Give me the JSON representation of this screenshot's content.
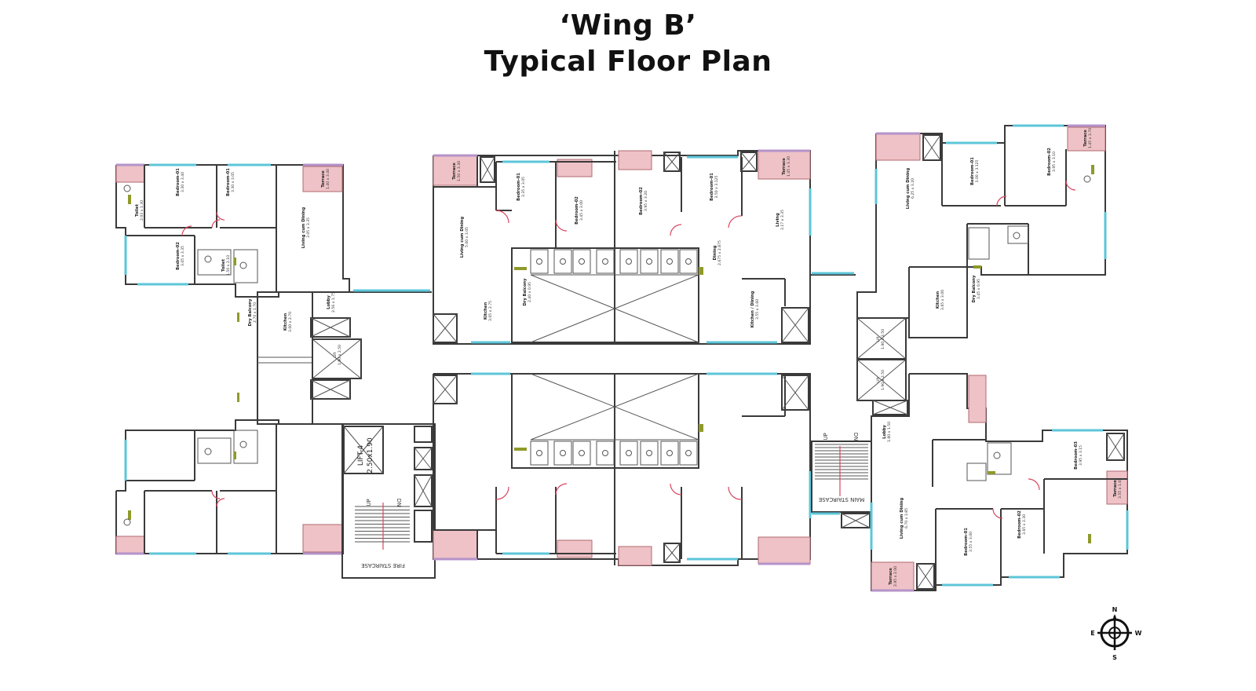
{
  "title": {
    "line1": "‘Wing B’",
    "line2": "Typical Floor Plan"
  },
  "rooms": [
    {
      "id": "r01",
      "label": "Bedroom-01",
      "dims": "3.30 x 3.40"
    },
    {
      "id": "r02",
      "label": "Bedroom-01",
      "dims": "3.30 x 3.05"
    },
    {
      "id": "r03",
      "label": "Living cum Dining",
      "dims": "3.05 x 3.35"
    },
    {
      "id": "r04",
      "label": "Bedroom-02",
      "dims": "3.05 x 3.35"
    },
    {
      "id": "r05",
      "label": "Toilet",
      "dims": "2.03 x 1.30"
    },
    {
      "id": "r06",
      "label": "Toilet",
      "dims": "1.50 x 2.10"
    },
    {
      "id": "r07",
      "label": "Dry Balcony",
      "dims": "2.70 x 1.70"
    },
    {
      "id": "r08",
      "label": "Kitchen",
      "dims": "3.00 x 2.70"
    },
    {
      "id": "r09",
      "label": "Lobby",
      "dims": "2.56 x 1.75"
    },
    {
      "id": "r10",
      "label": "Terrace",
      "dims": "1.40 x 3.40"
    },
    {
      "id": "r11",
      "label": "Living cum Dining",
      "dims": "5.00 x 3.05"
    },
    {
      "id": "r12",
      "label": "Bedroom-01",
      "dims": "3.35 x 3.05"
    },
    {
      "id": "r13",
      "label": "Bedroom-02",
      "dims": "3.45 x 3.00"
    },
    {
      "id": "r14",
      "label": "Kitchen",
      "dims": "3.05 x 2.75"
    },
    {
      "id": "r15",
      "label": "Dry Balcony",
      "dims": "2.40 x 0.95"
    },
    {
      "id": "r16",
      "label": "Terrace",
      "dims": "1.50 x 3.30"
    },
    {
      "id": "r17",
      "label": "Bedroom-02",
      "dims": "3.95 x 3.20"
    },
    {
      "id": "r18",
      "label": "Bedroom-01",
      "dims": "3.50 x 3.125"
    },
    {
      "id": "r19",
      "label": "Living",
      "dims": "3.17 x 3.35"
    },
    {
      "id": "r20",
      "label": "Dining",
      "dims": "2.675 x 2.875"
    },
    {
      "id": "r21",
      "label": "Kitchen / Dining",
      "dims": "3.55 x 3.60"
    },
    {
      "id": "r22",
      "label": "Terrace",
      "dims": "1.45 x 3.30"
    },
    {
      "id": "r23",
      "label": "Living cum Dining",
      "dims": "6.25 x 3.20"
    },
    {
      "id": "r24",
      "label": "Bedroom-01",
      "dims": "3.00 x 3.125"
    },
    {
      "id": "r25",
      "label": "Bedroom-02",
      "dims": "3.95 x 3.10"
    },
    {
      "id": "r26",
      "label": "Kitchen",
      "dims": "3.65 x 3.00"
    },
    {
      "id": "r27",
      "label": "Dry Balcony",
      "dims": "3.45 x 0.95"
    },
    {
      "id": "r28",
      "label": "Terrace",
      "dims": "1.45 x 3.70"
    },
    {
      "id": "r29",
      "label": "Lobby",
      "dims": "1.80 x 1.50"
    },
    {
      "id": "r30",
      "label": "Living cum Dining",
      "dims": "6.70 x 3.85"
    },
    {
      "id": "r31",
      "label": "Bedroom-01",
      "dims": "3.55 x 3.00"
    },
    {
      "id": "r32",
      "label": "Bedroom-02",
      "dims": "3.65 x 3.30"
    },
    {
      "id": "r33",
      "label": "Bedroom-03",
      "dims": "3.95 x 3.15"
    },
    {
      "id": "r34",
      "label": "Terrace",
      "dims": "2.95 x 2.00"
    },
    {
      "id": "r35",
      "label": "Terrace",
      "dims": "3.55 x 1.65"
    }
  ],
  "lifts": [
    {
      "id": "lift-left-1",
      "label": "Lift",
      "dims": "1.90 x 2.50"
    },
    {
      "id": "lift-4",
      "label": "LIFT-4",
      "dims": "2.50x1.90"
    },
    {
      "id": "lift-right-1",
      "label": "Lift",
      "dims": "1.90 x 2.50"
    },
    {
      "id": "lift-right-2",
      "label": "Lift",
      "dims": "1.90 x 2.50"
    }
  ],
  "staircases": {
    "fire": "FIRE STAIRCASE",
    "main": "MAIN STAIRCASE",
    "up": "UP",
    "dn": "DN"
  },
  "compass": {
    "n": "N",
    "s": "S",
    "e": "E",
    "w": "W"
  },
  "colors": {
    "wall": "#3a3a3a",
    "window": "#5cc6d9",
    "terrace": "#eec2c6",
    "door_swing": "#d9455f",
    "fixture": "#8f9a2a",
    "accent": "#b493c9"
  }
}
